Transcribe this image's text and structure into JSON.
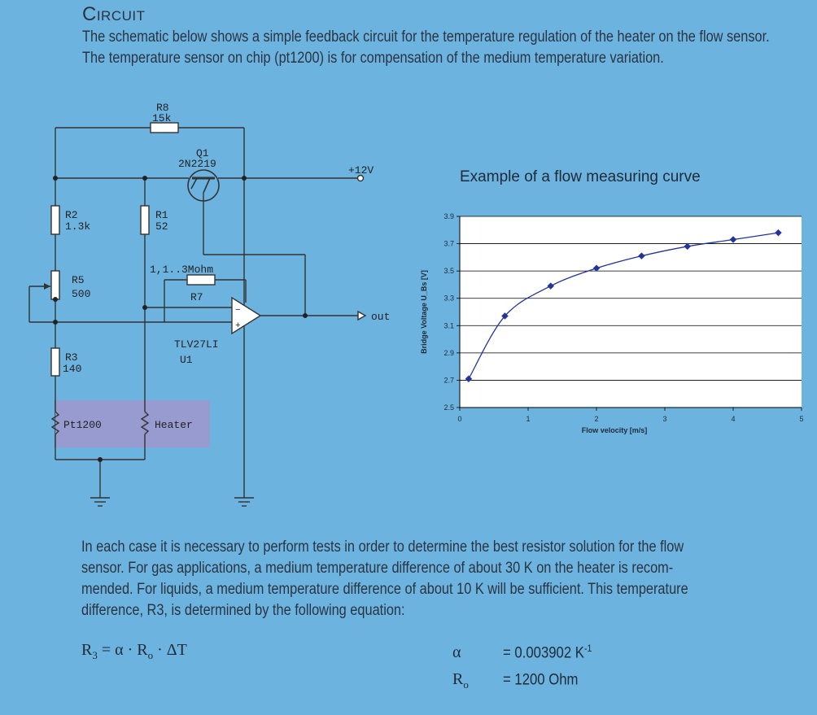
{
  "heading": "Circuit",
  "intro": "The schematic below shows a simple feedback circuit for the temperature regulation of the heater on the flow sensor. The temperature sensor on chip (pt1200) is for compensation of the medium temperature variation.",
  "schematic": {
    "r8_name": "R8",
    "r8_value": "15k",
    "q1_name": "Q1",
    "q1_part": "2N2219",
    "supply": "+12V",
    "r2_name": "R2",
    "r2_value": "1.3k",
    "r1_name": "R1",
    "r1_value": "52",
    "r5_name": "R5",
    "r5_value": "500",
    "r7_range": "1,1..3Mohm",
    "r7_name": "R7",
    "output": "out",
    "u1_part": "TLV27LI",
    "u1_name": "U1",
    "r3_name": "R3",
    "r3_value": "140",
    "pt_label": "Pt1200",
    "heater_label": "Heater",
    "plus_sign": "+",
    "minus_sign": "−"
  },
  "chart_data": {
    "type": "line",
    "title": "Example of a flow measuring curve",
    "xlabel": "Flow velocity [m/s]",
    "ylabel": "Bridge Voltage U_Bs [V]",
    "xlim": [
      0,
      5
    ],
    "ylim": [
      2.5,
      3.9
    ],
    "x_ticks": [
      "0",
      "1",
      "2",
      "3",
      "4",
      "5"
    ],
    "y_ticks": [
      "2.5",
      "2.7",
      "2.9",
      "3.1",
      "3.3",
      "3.5",
      "3.7",
      "3.9"
    ],
    "grid": "horizontal",
    "series": [
      {
        "x": [
          0.13,
          0.66,
          1.33,
          2.0,
          2.66,
          3.33,
          4.0,
          4.66
        ],
        "y": [
          2.71,
          3.17,
          3.39,
          3.52,
          3.61,
          3.68,
          3.73,
          3.78
        ],
        "color": "#23349a"
      }
    ]
  },
  "body_lines": [
    "In each case it is necessary to perform tests in order to determine the best resistor solution for the flow",
    "sensor. For gas applications, a medium temperature difference of about 30 K on the heater is recom-",
    "mended. For liquids, a medium temperature difference of about 10 K will be sufficient. This temperature",
    "difference, R3, is determined by the following equation:"
  ],
  "equation": {
    "lhs": "R",
    "lhs_sub": "3",
    "rhs": " = α · R",
    "rhs_sub": "o",
    "rhs_tail": " · ΔT"
  },
  "constants": [
    {
      "sym": "α",
      "sub": "",
      "value": "= 0.003902 K",
      "sup": "-1"
    },
    {
      "sym": "R",
      "sub": "o",
      "value": "= 1200 Ohm",
      "sup": ""
    }
  ],
  "colors": {
    "background": "#6db3e0",
    "chart_background": "#ffffff",
    "highlight": "#9c98cd",
    "curve": "#23349a"
  }
}
